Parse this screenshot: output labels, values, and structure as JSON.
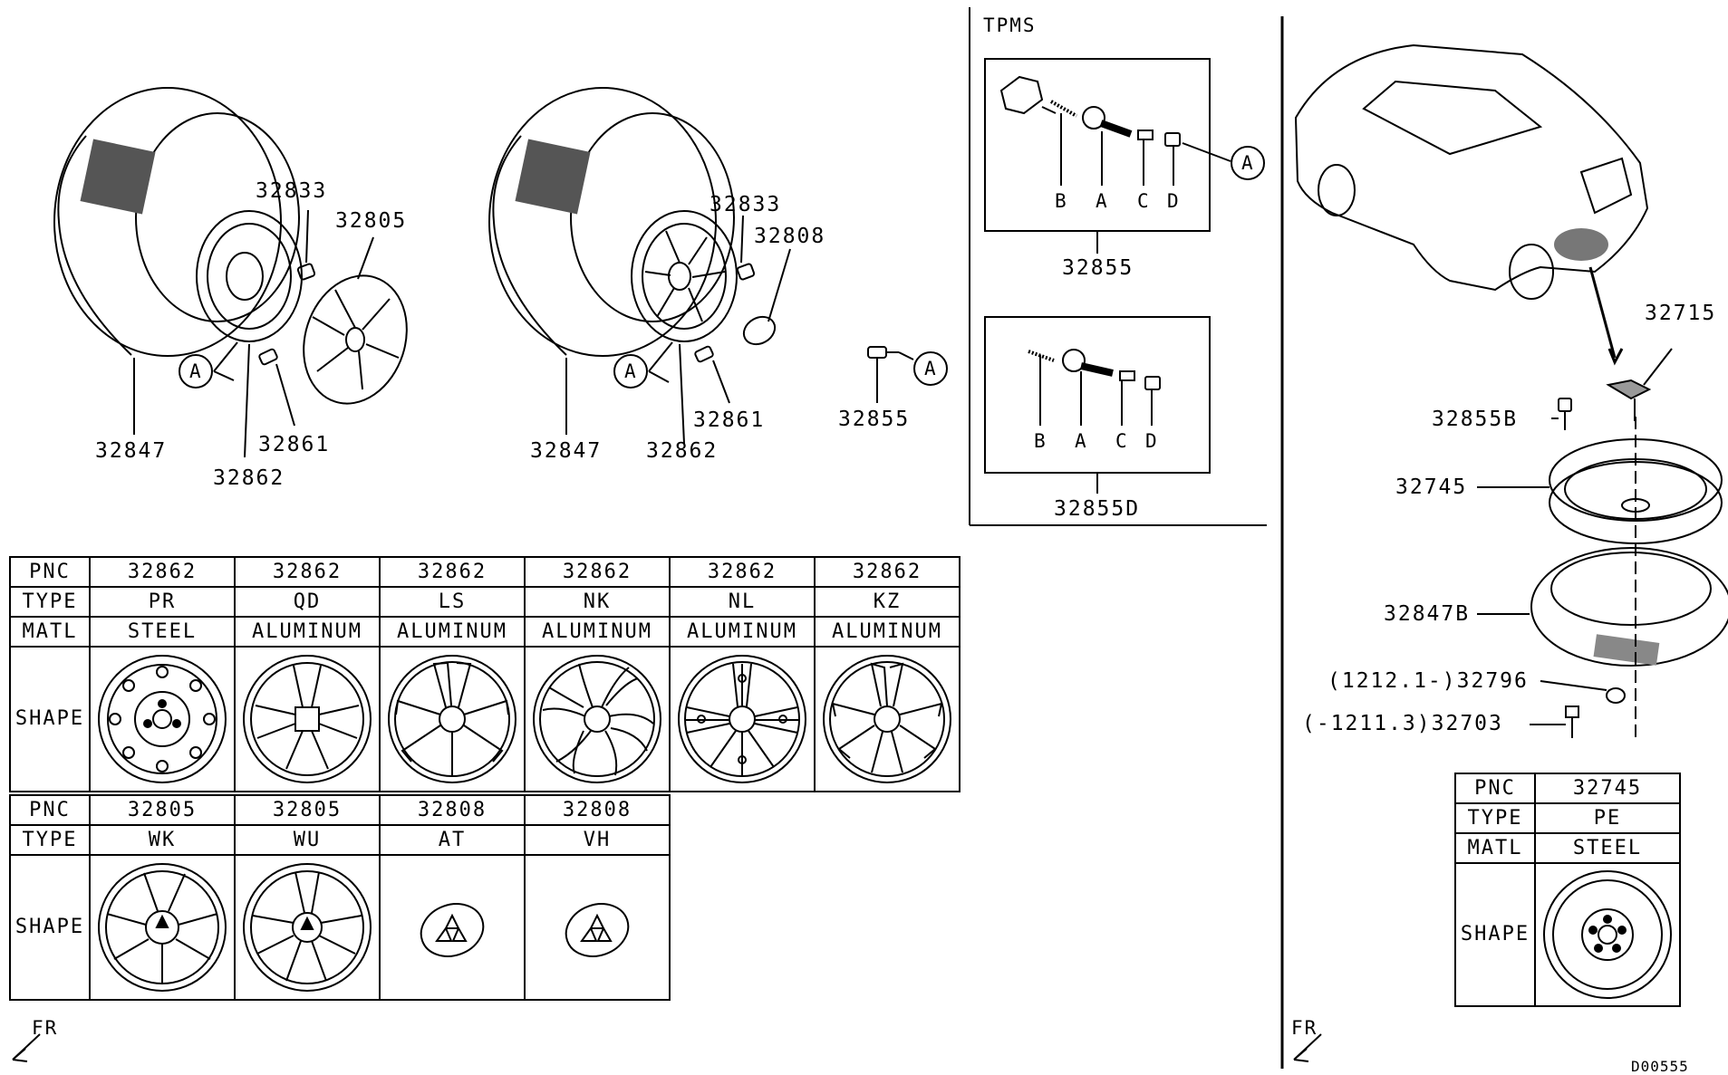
{
  "diagram_id": "D00555",
  "tpms_title": "TPMS",
  "fr_label": "FR",
  "valve_letters": [
    "B",
    "A",
    "C",
    "D"
  ],
  "ref_marker": "A",
  "left_assembly": {
    "tire": "32847",
    "wheel": "32862",
    "nut": "32833",
    "cover": "32805",
    "weight": "32861"
  },
  "mid_assembly": {
    "tire": "32847",
    "wheel": "32862",
    "nut": "32833",
    "cap": "32808",
    "weight": "32861",
    "valve": "32855"
  },
  "tpms": {
    "kit1": "32855",
    "kit2": "32855D"
  },
  "spare": {
    "bracket": "32715",
    "bolt": "32855B",
    "wheel": "32745",
    "tire": "32847B",
    "part1": "(1212.1-)32796",
    "part2": "(-1211.3)32703"
  },
  "table_wheels": {
    "row_headers": [
      "PNC",
      "TYPE",
      "MATL",
      "SHAPE"
    ],
    "columns": [
      {
        "pnc": "32862",
        "type": "PR",
        "matl": "STEEL",
        "icon": "steel-wheel-icon"
      },
      {
        "pnc": "32862",
        "type": "QD",
        "matl": "ALUMINUM",
        "icon": "alloy-wheel-qd-icon"
      },
      {
        "pnc": "32862",
        "type": "LS",
        "matl": "ALUMINUM",
        "icon": "alloy-wheel-ls-icon"
      },
      {
        "pnc": "32862",
        "type": "NK",
        "matl": "ALUMINUM",
        "icon": "alloy-wheel-nk-icon"
      },
      {
        "pnc": "32862",
        "type": "NL",
        "matl": "ALUMINUM",
        "icon": "alloy-wheel-nl-icon"
      },
      {
        "pnc": "32862",
        "type": "KZ",
        "matl": "ALUMINUM",
        "icon": "alloy-wheel-kz-icon"
      }
    ]
  },
  "table_covers": {
    "row_headers": [
      "PNC",
      "TYPE",
      "SHAPE"
    ],
    "columns": [
      {
        "pnc": "32805",
        "type": "WK",
        "icon": "wheel-cover-wk-icon"
      },
      {
        "pnc": "32805",
        "type": "WU",
        "icon": "wheel-cover-wu-icon"
      },
      {
        "pnc": "32808",
        "type": "AT",
        "icon": "center-cap-at-icon"
      },
      {
        "pnc": "32808",
        "type": "VH",
        "icon": "center-cap-vh-icon"
      }
    ]
  },
  "table_spare": {
    "row_headers": [
      "PNC",
      "TYPE",
      "MATL",
      "SHAPE"
    ],
    "columns": [
      {
        "pnc": "32745",
        "type": "PE",
        "matl": "STEEL",
        "icon": "spare-wheel-icon"
      }
    ]
  }
}
